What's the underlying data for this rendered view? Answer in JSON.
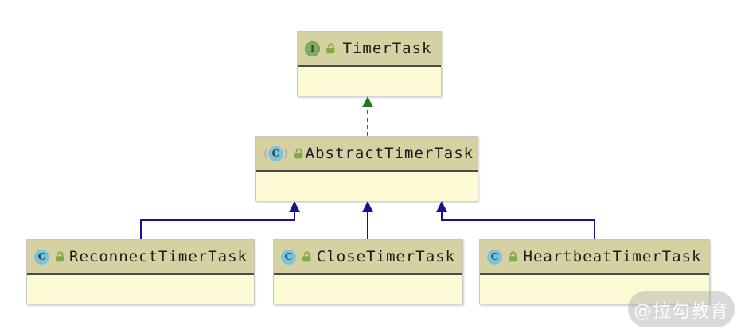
{
  "diagram": {
    "type": "uml-class-diagram",
    "nodes": [
      {
        "id": "TimerTask",
        "label": "TimerTask",
        "stereotype": "interface",
        "icon_letter": "I",
        "visibility": "public-unlocked"
      },
      {
        "id": "AbstractTimerTask",
        "label": "AbstractTimerTask",
        "stereotype": "abstract-class",
        "icon_letter": "C",
        "paren_open": "(",
        "paren_close": ")",
        "visibility": "public-unlocked"
      },
      {
        "id": "ReconnectTimerTask",
        "label": "ReconnectTimerTask",
        "stereotype": "class",
        "icon_letter": "C",
        "visibility": "public-unlocked"
      },
      {
        "id": "CloseTimerTask",
        "label": "CloseTimerTask",
        "stereotype": "class",
        "icon_letter": "C",
        "visibility": "public-unlocked"
      },
      {
        "id": "HeartbeatTimerTask",
        "label": "HeartbeatTimerTask",
        "stereotype": "class",
        "icon_letter": "C",
        "visibility": "public-unlocked"
      }
    ],
    "edges": [
      {
        "from": "AbstractTimerTask",
        "to": "TimerTask",
        "relation": "implements",
        "line": "dashed",
        "color": "#227a22"
      },
      {
        "from": "ReconnectTimerTask",
        "to": "AbstractTimerTask",
        "relation": "extends",
        "line": "solid",
        "color": "#14148c"
      },
      {
        "from": "CloseTimerTask",
        "to": "AbstractTimerTask",
        "relation": "extends",
        "line": "solid",
        "color": "#14148c"
      },
      {
        "from": "HeartbeatTimerTask",
        "to": "AbstractTimerTask",
        "relation": "extends",
        "line": "solid",
        "color": "#14148c"
      }
    ],
    "colors": {
      "canvas_bg": "#ffffff",
      "header_bg": "#d5d1a2",
      "body_bg": "#fcfad4",
      "divider": "#4a4a4a",
      "border": "#c6c6c6",
      "name_text": "#1c1c1c",
      "interface_icon_bg": "#7fab63",
      "class_icon_bg": "#7cc3d9",
      "lock_icon": "#85a948",
      "implements_edge": "#227a22",
      "extends_edge": "#14148c"
    },
    "watermark": {
      "text": "@拉勾教育"
    }
  }
}
